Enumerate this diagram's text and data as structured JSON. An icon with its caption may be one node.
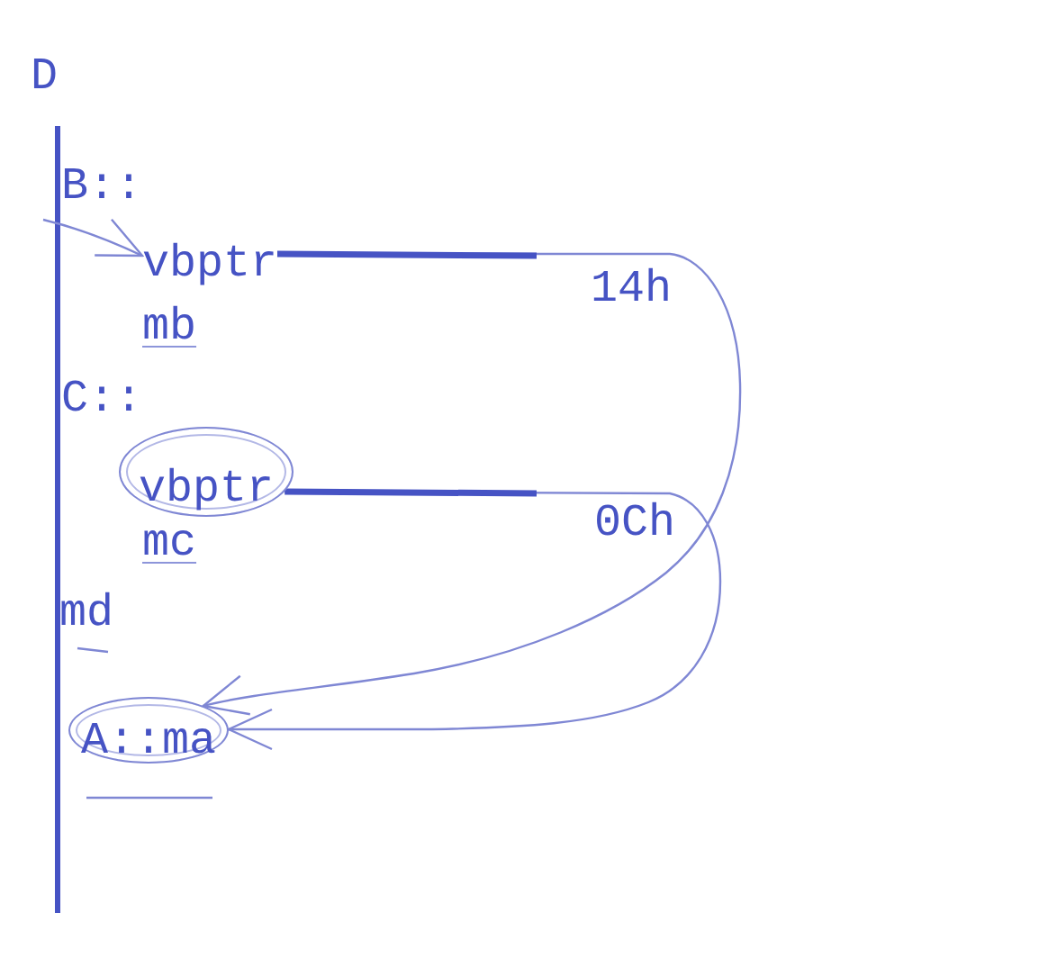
{
  "diagram": {
    "title": "D",
    "nodes": [
      {
        "text": [
          "vbptr"
        ]
      },
      {
        "text": [
          "vbptr"
        ]
      },
      {
        "text": [
          "A::ma"
        ]
      }
    ],
    "edges": [
      {
        "from": null,
        "to": 0,
        "arrow": "to"
      },
      {
        "from": 0,
        "to": 2,
        "arrow": "to",
        "label": "14h"
      },
      {
        "from": 1,
        "to": 2,
        "arrow": "to",
        "label": "0Ch"
      }
    ],
    "labels": [
      "B::",
      "mb",
      "C::",
      "mc",
      "md"
    ]
  }
}
